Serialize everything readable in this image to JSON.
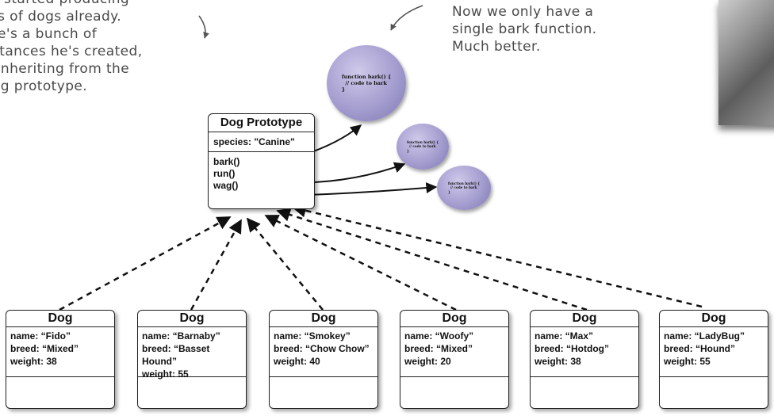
{
  "notes": {
    "left": "s started producing\nts of dogs already.\nre's a bunch of\nstances he's created,\n inheriting from the\nog prototype.",
    "right": "Now we only have a\nsingle bark function.\nMuch better."
  },
  "prototype": {
    "title": "Dog Prototype",
    "species": "species: \"Canine\"",
    "methods": [
      "bark()",
      "run()",
      "wag()"
    ]
  },
  "bubbles": [
    {
      "code": "function bark() {\n  // code to bark\n}"
    },
    {
      "code": "function bark() {\n  // code to bark\n}"
    },
    {
      "code": "function bark() {\n  // code to bark\n}"
    }
  ],
  "dogs": [
    {
      "title": "Dog",
      "name": "name: “Fido”",
      "breed": "breed: “Mixed”",
      "weight": "weight: 38"
    },
    {
      "title": "Dog",
      "name": "name: “Barnaby”",
      "breed": "breed: “Basset Hound”",
      "weight": "weight: 55"
    },
    {
      "title": "Dog",
      "name": "name: “Smokey”",
      "breed": "breed: “Chow Chow”",
      "weight": "weight: 40"
    },
    {
      "title": "Dog",
      "name": "name: “Woofy”",
      "breed": "breed: “Mixed”",
      "weight": "weight: 20"
    },
    {
      "title": "Dog",
      "name": "name: “Max”",
      "breed": "breed: “Hotdog”",
      "weight": "weight: 38"
    },
    {
      "title": "Dog",
      "name": "name: “LadyBug”",
      "breed": "breed: “Hound”",
      "weight": "weight: 55"
    }
  ],
  "colors": {
    "bubble": "#a49dcf",
    "arrow": "#111111",
    "note_text": "#4a4a4a"
  }
}
